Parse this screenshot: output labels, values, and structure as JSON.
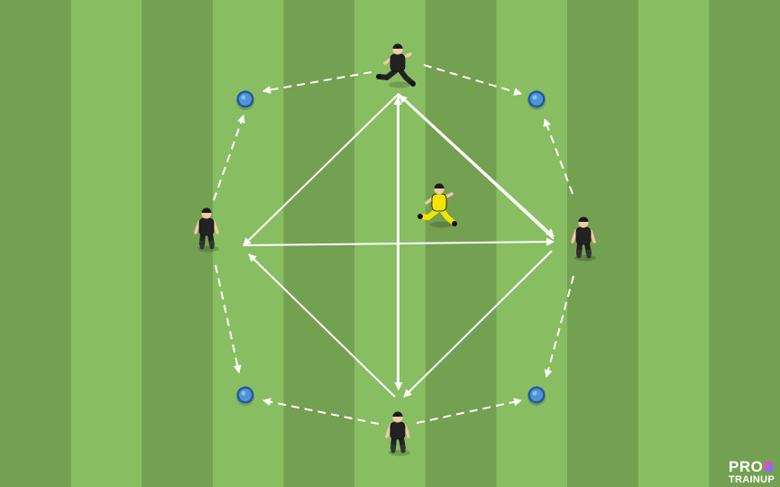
{
  "pitch": {
    "stripe_dark": "#74a052",
    "stripe_light": "#88bd62",
    "stripe_count": 11
  },
  "colors": {
    "arrow": "#ffffff",
    "cone_fill": "#4f95d6",
    "cone_ring": "#1f5c9e",
    "team_kit": "#222222",
    "defender_kit": "#f2e600",
    "skin": "#f2c9a6"
  },
  "players": [
    {
      "id": "top",
      "kit": "team",
      "pose": "running"
    },
    {
      "id": "left",
      "kit": "team",
      "pose": "standing"
    },
    {
      "id": "right",
      "kit": "team",
      "pose": "standing"
    },
    {
      "id": "bottom",
      "kit": "team",
      "pose": "standing"
    },
    {
      "id": "center",
      "kit": "defender",
      "pose": "running"
    }
  ],
  "cones": [
    {
      "id": "top-left"
    },
    {
      "id": "top-right"
    },
    {
      "id": "bottom-left"
    },
    {
      "id": "bottom-right"
    }
  ],
  "logo": {
    "line1": "PRO",
    "line2": "TRAINUP"
  }
}
